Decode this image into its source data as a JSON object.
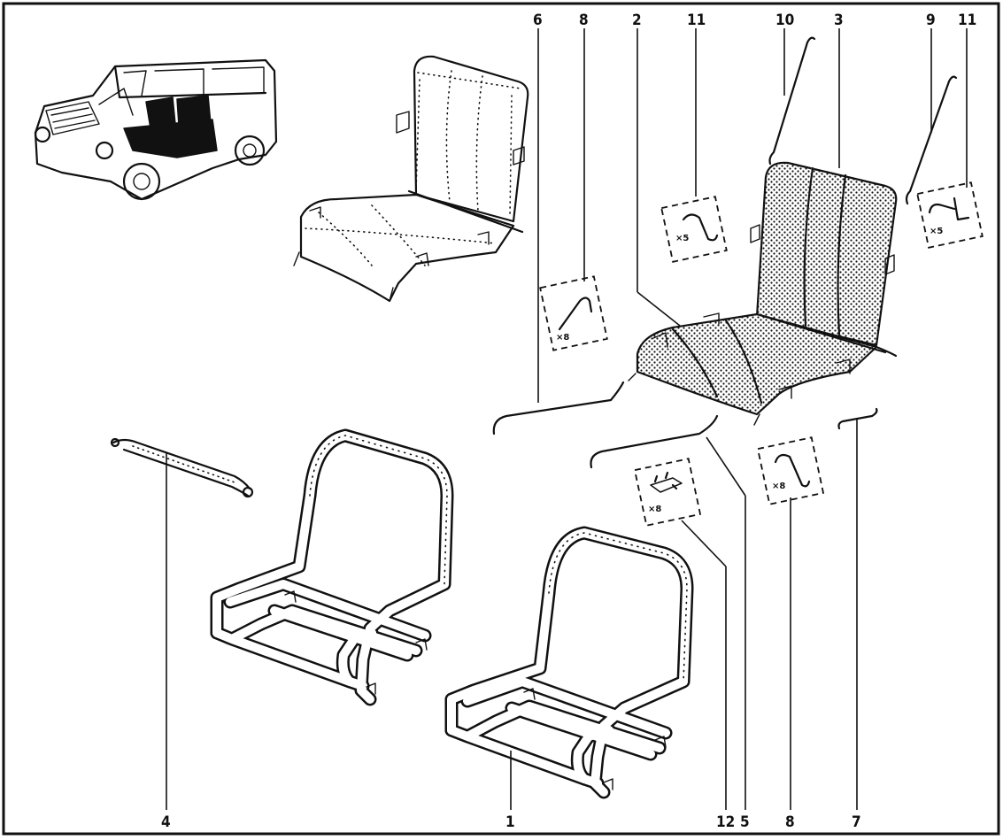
{
  "callouts": {
    "c1": "1",
    "c2": "2",
    "c3": "3",
    "c4": "4",
    "c5": "5",
    "c6": "6",
    "c7": "7",
    "c8_top": "8",
    "c8_bottom": "8",
    "c9": "9",
    "c10": "10",
    "c11_left": "11",
    "c11_right": "11",
    "c12": "12"
  },
  "quantities": {
    "q8_left": "×8",
    "q11_left": "×5",
    "q11_right": "×5",
    "q12": "×8",
    "q8_right": "×8"
  }
}
